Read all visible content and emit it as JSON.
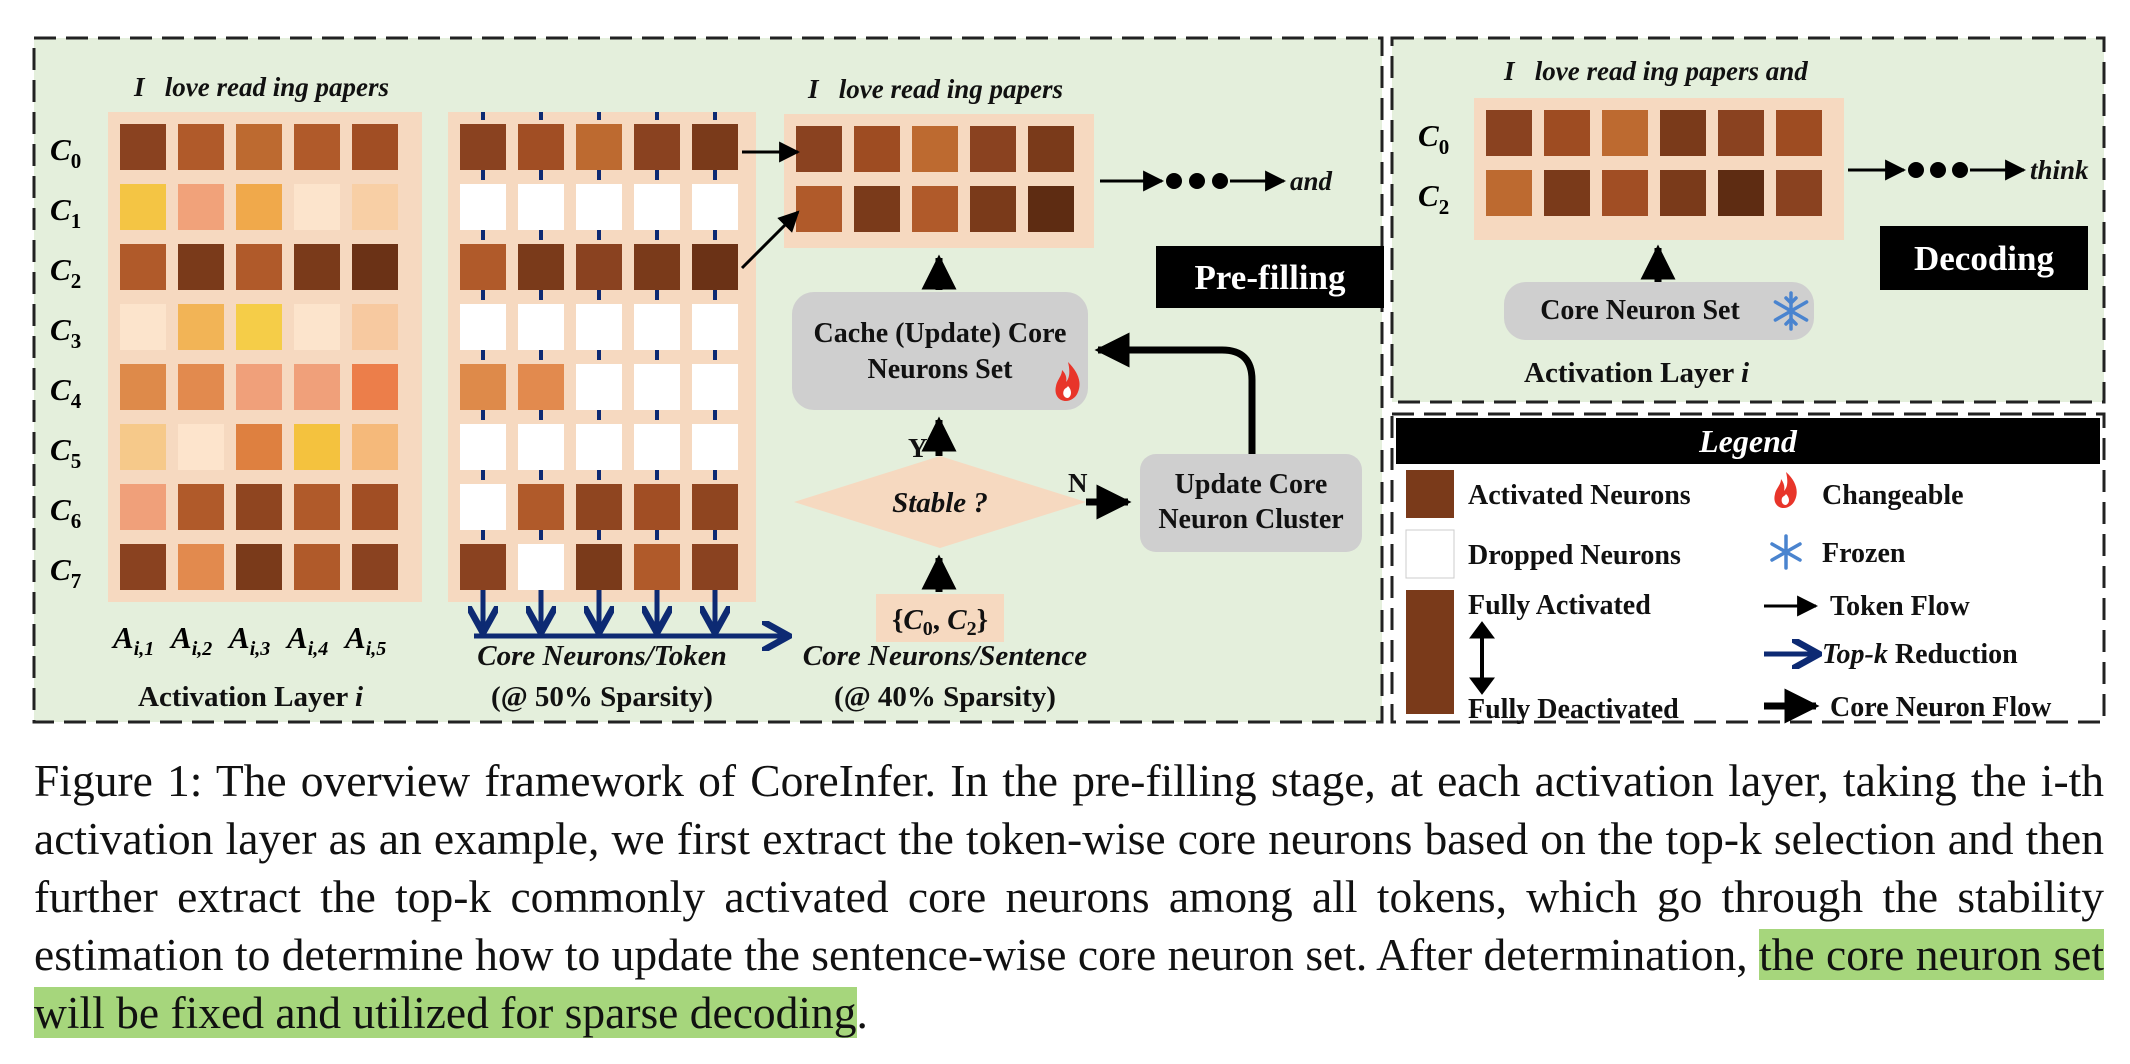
{
  "colors": {
    "panel_bg": "#e4efdc",
    "grid_bg": "#f6d9c0",
    "dropped": "#ffffff",
    "legend_bar": "#000000",
    "arrow_blue": "#0d2a73",
    "highlight": "#a6d67c",
    "fire": "#e8352a",
    "frozen": "#4a84cf"
  },
  "prefill": {
    "sentence_tokens": "I   love read ing papers",
    "row_labels": [
      "C",
      "C",
      "C",
      "C",
      "C",
      "C",
      "C",
      "C"
    ],
    "row_subscripts": [
      "0",
      "1",
      "2",
      "3",
      "4",
      "5",
      "6",
      "7"
    ],
    "col_labels": [
      "A",
      "A",
      "A",
      "A",
      "A"
    ],
    "col_subscripts": [
      "i,1",
      "i,2",
      "i,3",
      "i,4",
      "i,5"
    ],
    "activation_layer_label": "Activation Layer ",
    "activation_layer_var": "i",
    "core_token_label": "Core Neurons/Token",
    "core_token_sparsity": "(@ 50% Sparsity)",
    "core_sentence_label": "Core Neurons/Sentence",
    "core_sentence_sparsity": "(@ 40% Sparsity)",
    "next_token": "and",
    "stage_badge": "Pre-filling",
    "cache_box_line1": "Cache (Update) Core",
    "cache_box_line2": "Neurons Set",
    "stable_label": "Stable ?",
    "yes_label": "Y",
    "no_label": "N",
    "update_box_line1": "Update Core",
    "update_box_line2": "Neuron Cluster",
    "core_set_open": "{",
    "core_set_c0": "C",
    "core_set_sub0": "0",
    "core_set_sep": ", ",
    "core_set_c2": "C",
    "core_set_sub2": "2",
    "core_set_close": "}",
    "act_colors": [
      [
        "#8a4220",
        "#b05a2a",
        "#bd6a30",
        "#b05a2a",
        "#a14e24"
      ],
      [
        "#f4c544",
        "#f1a27a",
        "#f0a94b",
        "#fce4cc",
        "#f8cfa5"
      ],
      [
        "#b05a2a",
        "#7a3a1a",
        "#b05a2a",
        "#7a3a1a",
        "#6b3216"
      ],
      [
        "#fce4cc",
        "#f2b456",
        "#f5cd48",
        "#fce4cc",
        "#f7c9a0"
      ],
      [
        "#de8a4a",
        "#e28a4e",
        "#f0a07a",
        "#f0a07a",
        "#ec7e4a"
      ],
      [
        "#f6c98a",
        "#fde4cc",
        "#de8040",
        "#f4c23e",
        "#f5b97a"
      ],
      [
        "#f0a07a",
        "#b05a2a",
        "#8f4520",
        "#b05a2a",
        "#a14e24"
      ],
      [
        "#8a4220",
        "#e28a4e",
        "#7a3a1a",
        "#b05a2a",
        "#8a4220"
      ]
    ],
    "token_colors": [
      [
        "#8a4220",
        "#a14e24",
        "#bd6a30",
        "#8a4220",
        "#7a3a1a"
      ],
      [
        "#ffffff",
        "#ffffff",
        "#ffffff",
        "#ffffff",
        "#ffffff"
      ],
      [
        "#b05a2a",
        "#7a3a1a",
        "#8a4220",
        "#7a3a1a",
        "#6b3216"
      ],
      [
        "#ffffff",
        "#ffffff",
        "#ffffff",
        "#ffffff",
        "#ffffff"
      ],
      [
        "#de8a4a",
        "#e28a4e",
        "#ffffff",
        "#ffffff",
        "#ffffff"
      ],
      [
        "#ffffff",
        "#ffffff",
        "#ffffff",
        "#ffffff",
        "#ffffff"
      ],
      [
        "#ffffff",
        "#b05a2a",
        "#8f4520",
        "#a14e24",
        "#8f4520"
      ],
      [
        "#8a4220",
        "#ffffff",
        "#7a3a1a",
        "#b05a2a",
        "#8a4220"
      ]
    ],
    "sentence_colors": [
      [
        "#8a4220",
        "#9e4c22",
        "#bd6a30",
        "#8a4220",
        "#7a3a1a"
      ],
      [
        "#b05a2a",
        "#7a3a1a",
        "#b05a2a",
        "#7a3a1a",
        "#5e2c12"
      ]
    ]
  },
  "decoding": {
    "sentence_tokens": "I   love read ing papers and",
    "row_labels": [
      "C",
      "C"
    ],
    "row_subscripts": [
      "0",
      "2"
    ],
    "next_token": "think",
    "stage_badge": "Decoding",
    "core_set_label": "Core Neuron Set",
    "activation_layer_label": "Activation Layer ",
    "activation_layer_var": "i",
    "cell_colors": [
      [
        "#8a4220",
        "#9e4c22",
        "#bd6a30",
        "#7a3a1a",
        "#8a4220",
        "#9e4c22"
      ],
      [
        "#bd6a30",
        "#7a3a1a",
        "#a14e24",
        "#7a3a1a",
        "#5e2c12",
        "#8a4220"
      ]
    ]
  },
  "legend": {
    "title": "Legend",
    "activated": "Activated Neurons",
    "dropped": "Dropped Neurons",
    "fully_activated": "Fully Activated",
    "fully_deactivated": "Fully Deactivated",
    "changeable": "Changeable",
    "frozen": "Frozen",
    "token_flow": "Token Flow",
    "topk_italic": "Top-k",
    "topk_rest": " Reduction",
    "core_flow": "Core Neuron Flow"
  },
  "caption": {
    "text": "Figure 1: The overview framework of CoreInfer. In the pre-filling stage, at each activation layer, taking the i-th activation layer as an example, we first extract the token-wise core neurons based on the top-k selection and then further extract the top-k commonly activated core neurons among all tokens, which go through the stability estimation to determine how to update the sentence-wise core neuron set. After determination, ",
    "highlighted": "the core neuron set will be fixed and utilized for sparse decoding",
    "end": "."
  }
}
